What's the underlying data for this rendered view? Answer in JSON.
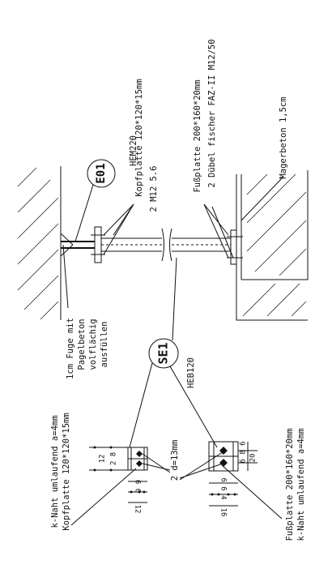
{
  "labels": {
    "e01": "E01",
    "hem220": "HEM220",
    "kopfplatte_top": "Kopfplatte 120*120*15mm",
    "m12": "2 M12 5.6",
    "fussplatte_top": "Fußplatte 200*160*20mm",
    "duebel": "2 Dübel fischer FAZ-II M12/50",
    "magerbeton": "Magerbeton 1,5cm",
    "fuge_1": "1cm Fuge mit",
    "fuge_2": "Pagelbeton",
    "fuge_3": "volflächig",
    "fuge_4": "ausfüllen",
    "se1": "SE1",
    "heb120": "HEB120",
    "knaht_left": "k-Naht umlaufend a=4mm",
    "kopfplatte_bottom": "Kopfplatte 120*120*15mm",
    "d13": "2 d=13mm",
    "fussplatte_bottom": "Fußplatte 200*160*20mm",
    "knaht_right": "k-Naht umlaufend a=4mm"
  },
  "dims": {
    "left_top_total": "12",
    "left_top_parts": "2 8",
    "left_side_parts": "6 6",
    "left_side_total": "12",
    "right_top_parts": "6 8 6",
    "right_top_total": "20",
    "right_side_parts": "6 6 4",
    "right_side_total": "16"
  }
}
